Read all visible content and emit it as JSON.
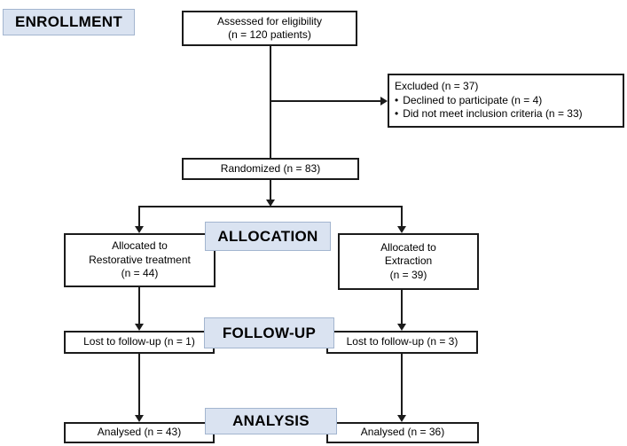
{
  "figure": {
    "bullet_glyph": "•",
    "stage_labels": {
      "enrollment": "ENROLLMENT",
      "allocation": "ALLOCATION",
      "follow_up": "FOLLOW-UP",
      "analysis": "ANALYSIS"
    },
    "colors": {
      "stage_fill": "#dae3f1",
      "stage_border": "#a3b5cf",
      "box_fill": "#ffffff",
      "box_border": "#1b1b1b",
      "connector": "#1b1b1b",
      "text": "#000000"
    },
    "boxes": {
      "assessed": {
        "lines": [
          "Assessed for eligibility",
          "(n = 120 patients)"
        ]
      },
      "excluded": {
        "title": "Excluded (n = 37)",
        "items": [
          "Declined to participate (n = 4)",
          "Did not meet inclusion criteria (n = 33)"
        ]
      },
      "randomized": {
        "label": "Randomized (n = 83)"
      },
      "allocation_left": {
        "lines": [
          "Allocated to",
          "Restorative treatment",
          "(n = 44)"
        ]
      },
      "allocation_right": {
        "lines": [
          "Allocated to",
          "Extraction",
          "(n = 39)"
        ]
      },
      "follow_up_left": {
        "label": "Lost to follow-up (n = 1)"
      },
      "follow_up_right": {
        "label": "Lost to follow-up (n = 3)"
      },
      "analysis_left": {
        "label": "Analysed (n = 43)"
      },
      "analysis_right": {
        "label": "Analysed (n = 36)"
      }
    }
  }
}
